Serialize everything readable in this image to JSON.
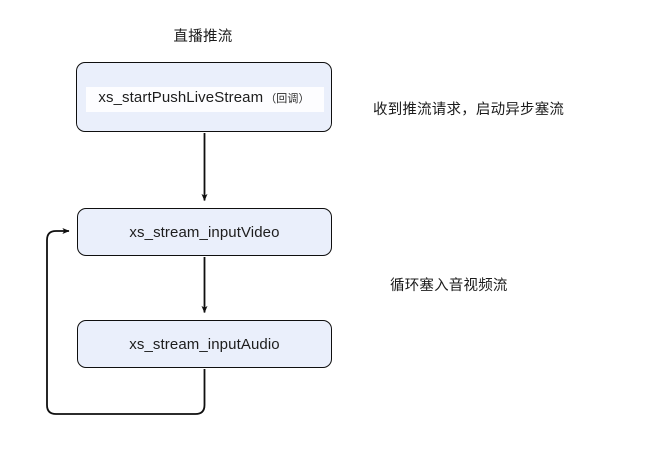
{
  "diagram": {
    "title": "直播推流",
    "background": "#ffffff",
    "node_fill": "#eaeffb",
    "node_stroke": "#0f0f0f",
    "text_color": "#1b1b1b",
    "nodes": [
      {
        "id": "push",
        "label": "xs_startPushLiveStream",
        "suffix": "（回调）"
      },
      {
        "id": "video",
        "label": "xs_stream_inputVideo"
      },
      {
        "id": "audio",
        "label": "xs_stream_inputAudio"
      }
    ],
    "annotations": [
      {
        "id": "anno-1",
        "text": "收到推流请求，启动异步塞流"
      },
      {
        "id": "anno-2",
        "text": "循环塞入音视频流"
      }
    ],
    "edges": [
      {
        "id": "push-to-video",
        "from": "push",
        "to": "video",
        "kind": "straight-down-arrow"
      },
      {
        "id": "video-to-audio",
        "from": "video",
        "to": "audio",
        "kind": "straight-down-arrow"
      },
      {
        "id": "audio-loop-to-video",
        "from": "audio",
        "to": "video",
        "kind": "loop-back-left-arrow"
      }
    ]
  }
}
